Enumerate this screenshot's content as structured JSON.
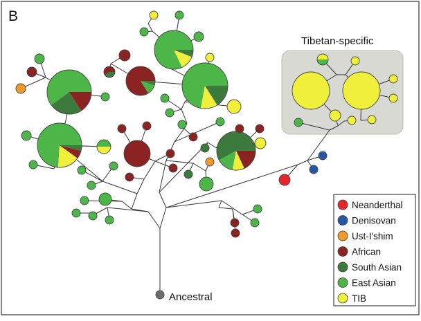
{
  "panel_label": "B",
  "region_label": "Tibetan-specific",
  "root_label": "Ancestral",
  "legend": {
    "items": [
      {
        "key": "neanderthal",
        "label": "Neanderthal",
        "color": "#e8252b"
      },
      {
        "key": "denisovan",
        "label": "Denisovan",
        "color": "#2557a7"
      },
      {
        "key": "ust_ishim",
        "label": "Ust-I'shim",
        "color": "#f39a2c"
      },
      {
        "key": "african",
        "label": "African",
        "color": "#8c2323"
      },
      {
        "key": "south_asian",
        "label": "South Asian",
        "color": "#3d7a3d"
      },
      {
        "key": "east_asian",
        "label": "East Asian",
        "color": "#4db648"
      },
      {
        "key": "tib",
        "label": "TIB",
        "color": "#f0f03c"
      }
    ]
  },
  "colors": {
    "ancestral": "#6d6d6d",
    "region_fill": "#d9d9d4",
    "border": "#444444",
    "line": "#333333"
  }
}
